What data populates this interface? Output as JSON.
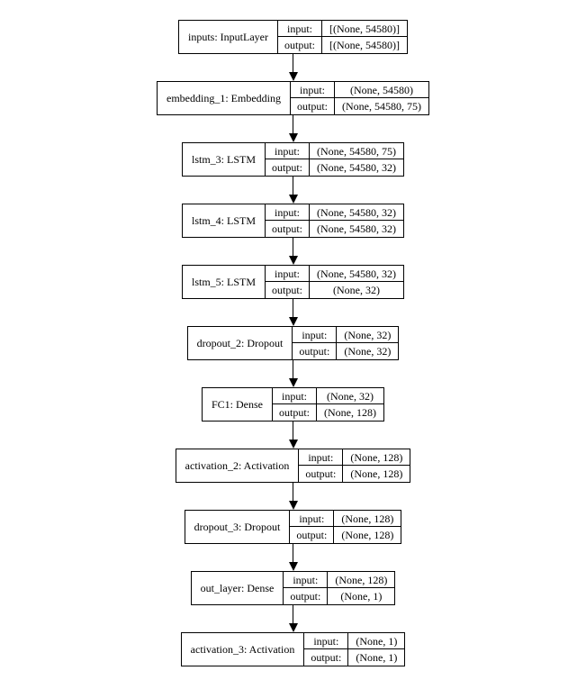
{
  "diagram": {
    "type": "keras-model-architecture-flowchart",
    "background_color": "#ffffff",
    "line_color": "#000000",
    "text_color": "#000000",
    "row_labels": {
      "input": "input:",
      "output": "output:"
    },
    "nodes": [
      {
        "name": "inputs: InputLayer",
        "input": "[(None, 54580)]",
        "output": "[(None, 54580)]"
      },
      {
        "name": "embedding_1: Embedding",
        "input": "(None, 54580)",
        "output": "(None, 54580, 75)"
      },
      {
        "name": "lstm_3: LSTM",
        "input": "(None, 54580, 75)",
        "output": "(None, 54580, 32)"
      },
      {
        "name": "lstm_4: LSTM",
        "input": "(None, 54580, 32)",
        "output": "(None, 54580, 32)"
      },
      {
        "name": "lstm_5: LSTM",
        "input": "(None, 54580, 32)",
        "output": "(None, 32)"
      },
      {
        "name": "dropout_2: Dropout",
        "input": "(None, 32)",
        "output": "(None, 32)"
      },
      {
        "name": "FC1: Dense",
        "input": "(None, 32)",
        "output": "(None, 128)"
      },
      {
        "name": "activation_2: Activation",
        "input": "(None, 128)",
        "output": "(None, 128)"
      },
      {
        "name": "dropout_3: Dropout",
        "input": "(None, 128)",
        "output": "(None, 128)"
      },
      {
        "name": "out_layer: Dense",
        "input": "(None, 128)",
        "output": "(None, 1)"
      },
      {
        "name": "activation_3: Activation",
        "input": "(None, 1)",
        "output": "(None, 1)"
      }
    ]
  }
}
